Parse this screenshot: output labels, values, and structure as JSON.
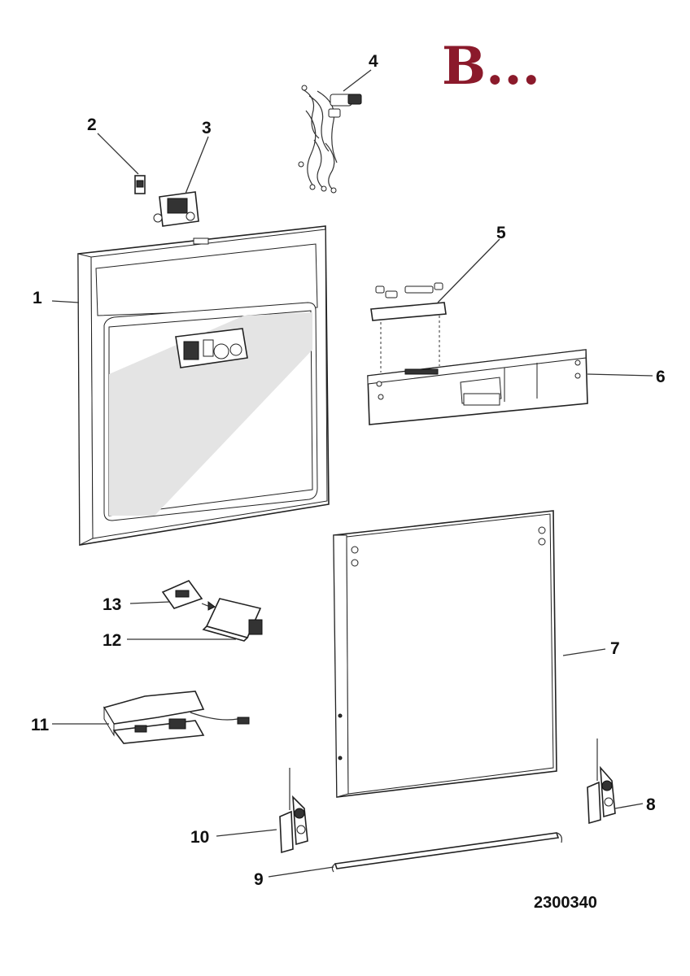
{
  "section_letter": "B...",
  "section_letter_color": "#8B1A2B",
  "part_code": "2300340",
  "callouts": [
    "1",
    "2",
    "3",
    "4",
    "5",
    "6",
    "7",
    "8",
    "9",
    "10",
    "11",
    "12",
    "13"
  ]
}
